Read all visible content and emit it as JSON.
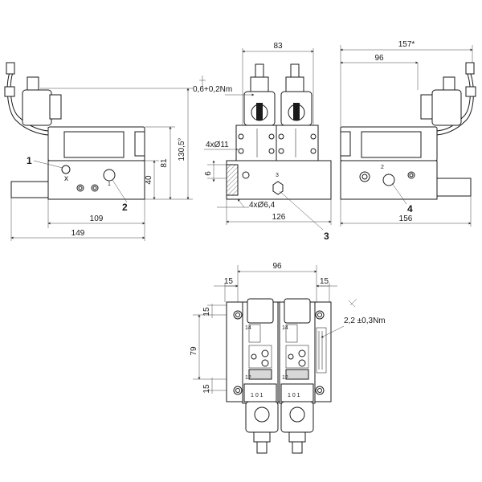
{
  "drawing": {
    "side_left": {
      "height_130_5": "130,5°",
      "height_81": "81",
      "height_40": "40",
      "width_109": "109",
      "width_149": "149",
      "label_x": "x",
      "label_1_small": "1",
      "callout_1": "1",
      "callout_2": "2"
    },
    "front": {
      "width_83": "83",
      "torque": "0,6+0,2Nm",
      "holes_11": "4xØ11",
      "holes_6_4": "4xØ6,4",
      "dim_6": "6",
      "width_126": "126",
      "label_3_small": "3",
      "callout_3": "3"
    },
    "side_right": {
      "width_157": "157*",
      "width_96": "96",
      "width_156": "156",
      "label_2_small": "2",
      "callout_4": "4"
    },
    "top": {
      "width_96": "96",
      "edge_left_15": "15",
      "edge_right_15": "15",
      "pitch_79": "79",
      "edge_top_15": "15",
      "edge_bottom_15": "15",
      "torque": "2,2 ±0,3Nm",
      "label_14a": "14",
      "label_12a": "12",
      "label_14b": "14",
      "label_12b": "12",
      "port_a": "1  0  1",
      "port_b": "1  0  1"
    }
  }
}
